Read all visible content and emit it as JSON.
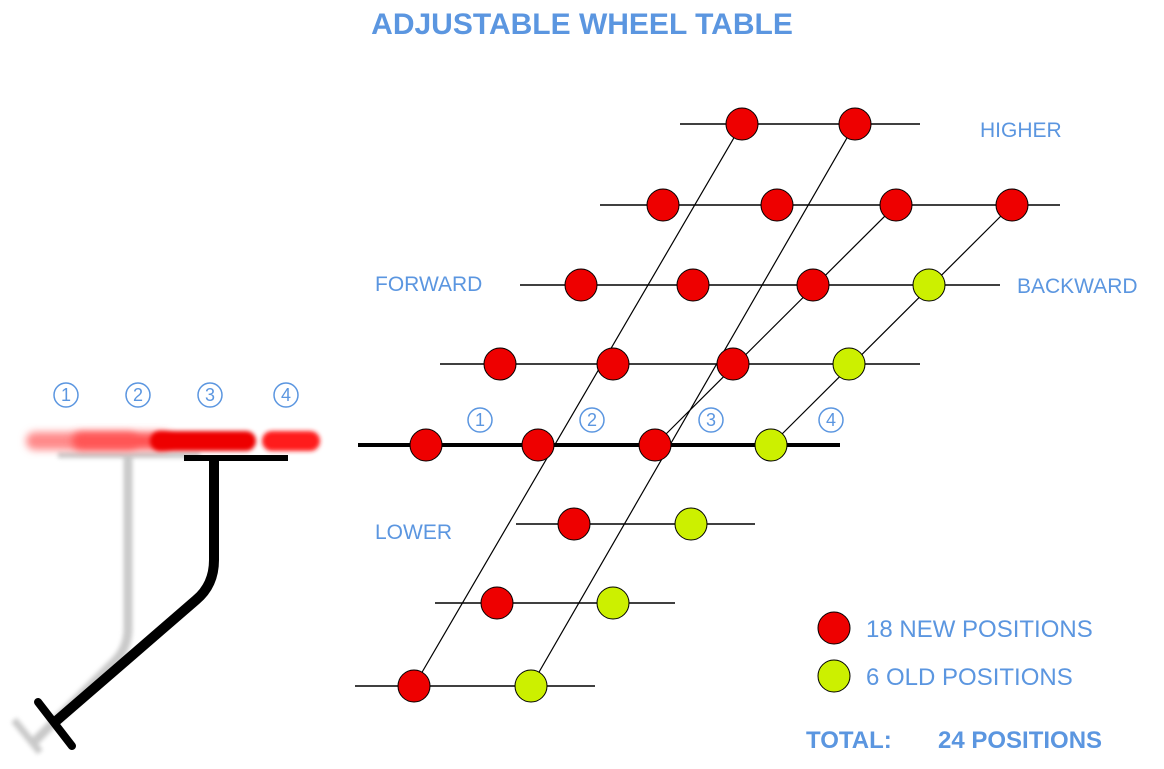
{
  "title": "ADJUSTABLE WHEEL TABLE",
  "directions": {
    "higher": "HIGHER",
    "forward": "FORWARD",
    "backward": "BACKWARD",
    "lower": "LOWER"
  },
  "position_numbers": [
    "1",
    "2",
    "3",
    "4"
  ],
  "legend": {
    "new": {
      "label": "18 NEW POSITIONS",
      "color": "#ee0000"
    },
    "old": {
      "label": "6 OLD POSITIONS",
      "color": "#ccf000"
    }
  },
  "total": {
    "label": "TOTAL:",
    "value": "24 POSITIONS"
  },
  "colors": {
    "accent": "#5b96e0",
    "line": "#000000"
  }
}
